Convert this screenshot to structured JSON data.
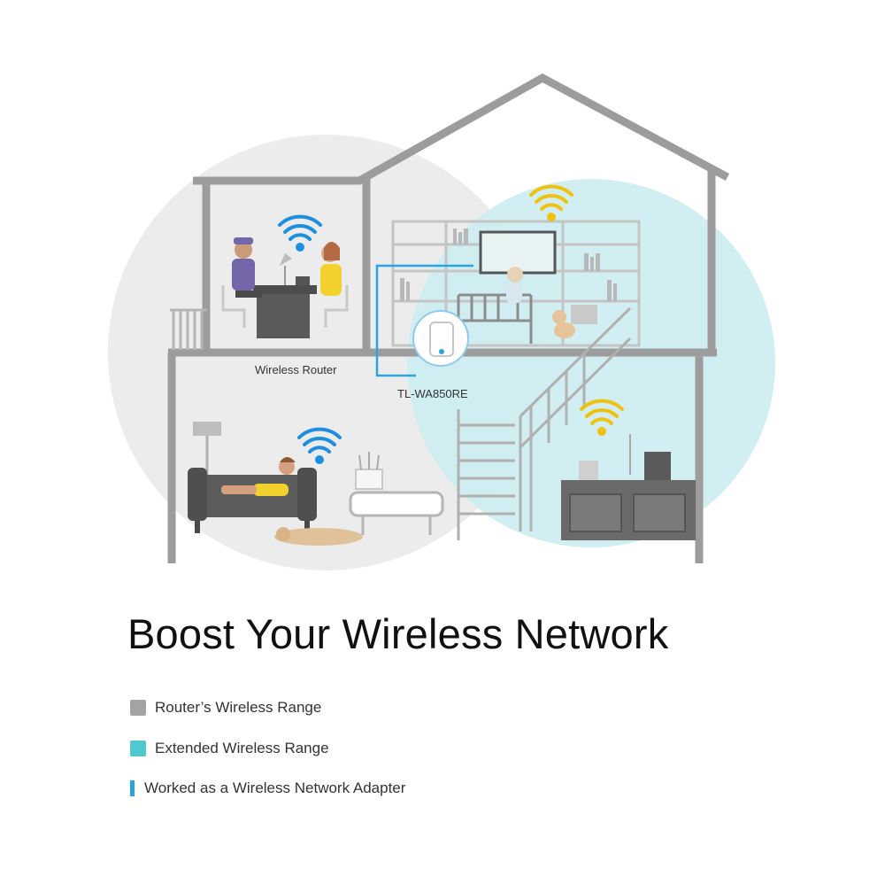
{
  "callouts": {
    "router": "Wireless Router",
    "extender": "TL-WA850RE"
  },
  "headline": "Boost Your Wireless Network",
  "legend": [
    {
      "label": "Router’s Wireless Range",
      "color": "#a3a3a3",
      "marker": "square"
    },
    {
      "label": "Extended Wireless Range",
      "color": "#4fc9cf",
      "marker": "square"
    },
    {
      "label": "Worked as a Wireless Network Adapter",
      "color": "#2ba3df",
      "marker": "bar"
    }
  ],
  "colors": {
    "house_outline": "#9c9c9c",
    "router_range": "#ececec",
    "extended_range": "#cdeef1",
    "wifi_router": "#1e8fe0",
    "wifi_extended": "#f0c20f"
  }
}
